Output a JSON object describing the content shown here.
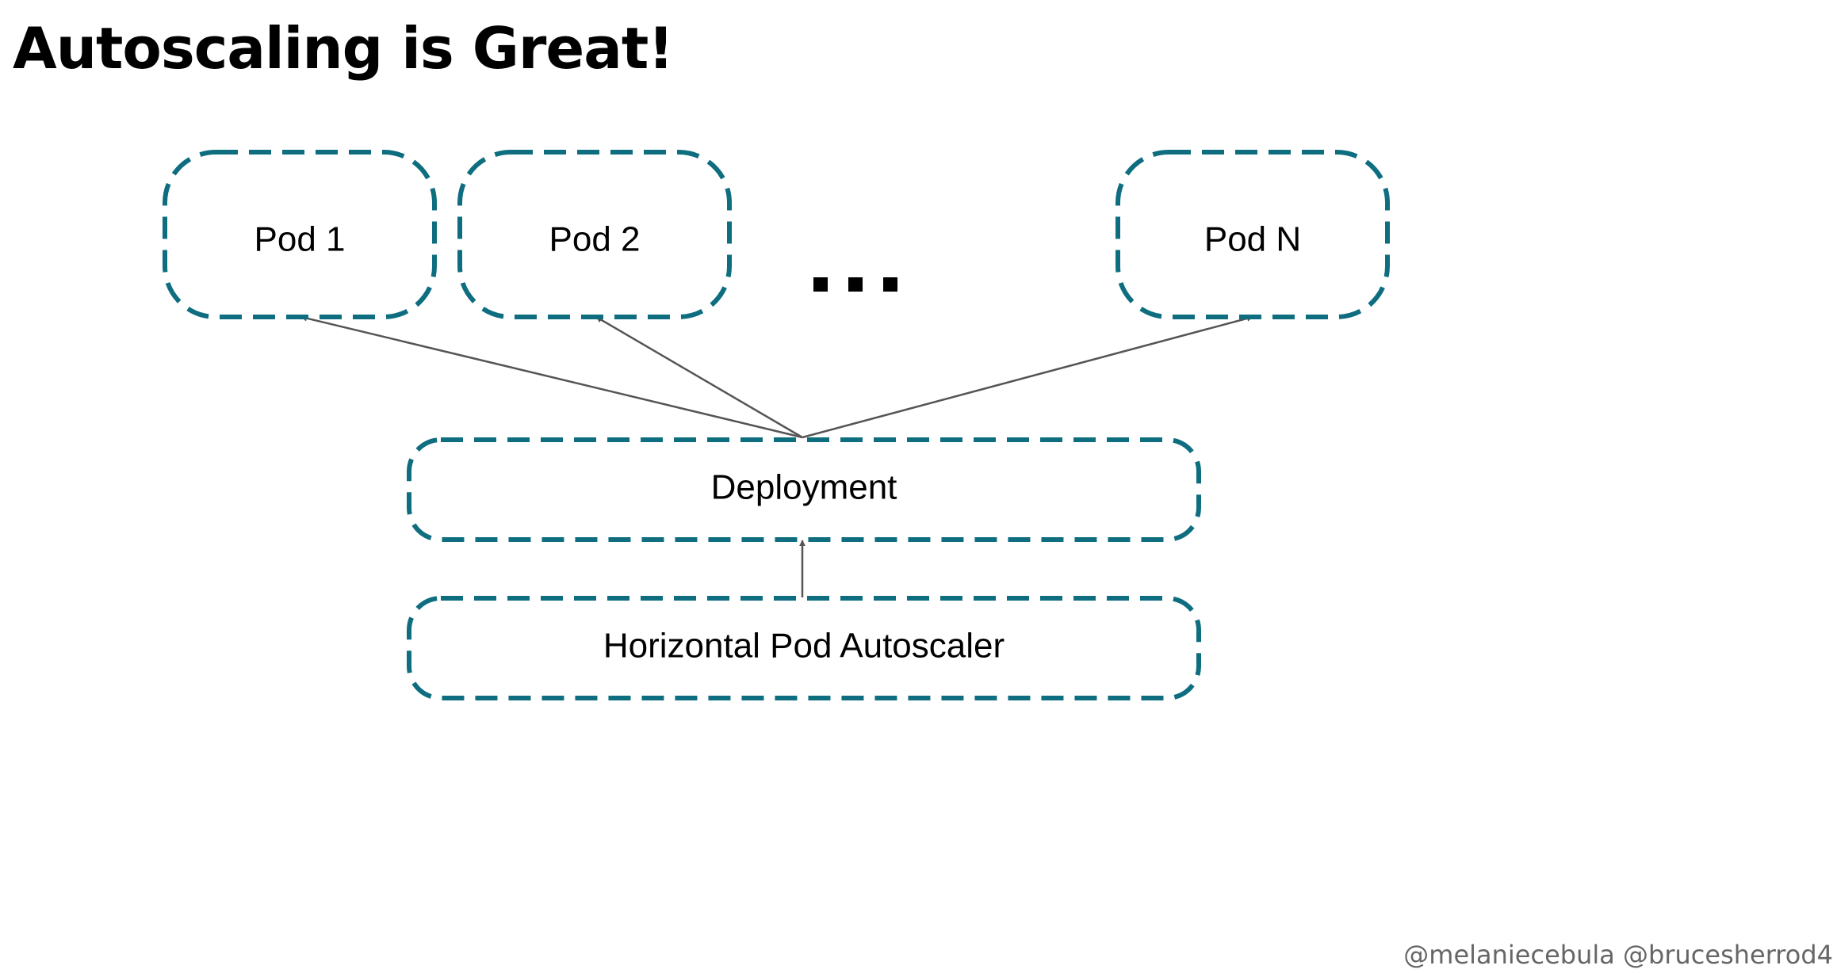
{
  "slide": {
    "title": "Autoscaling is Great!",
    "footer": "@melaniecebula @brucesherrod4"
  },
  "diagram": {
    "nodes": {
      "pod_1": "Pod 1",
      "pod_2": "Pod 2",
      "pod_n": "Pod N",
      "ellipsis": "...",
      "deployment": "Deployment",
      "hpa": "Horizontal Pod Autoscaler"
    },
    "edges": [
      {
        "from": "deployment",
        "to": "pod_1"
      },
      {
        "from": "deployment",
        "to": "pod_2"
      },
      {
        "from": "deployment",
        "to": "pod_n"
      },
      {
        "from": "hpa",
        "to": "deployment"
      }
    ],
    "colors": {
      "box_border": "#0e6e80",
      "edge": "#555555",
      "text": "#000000"
    }
  }
}
